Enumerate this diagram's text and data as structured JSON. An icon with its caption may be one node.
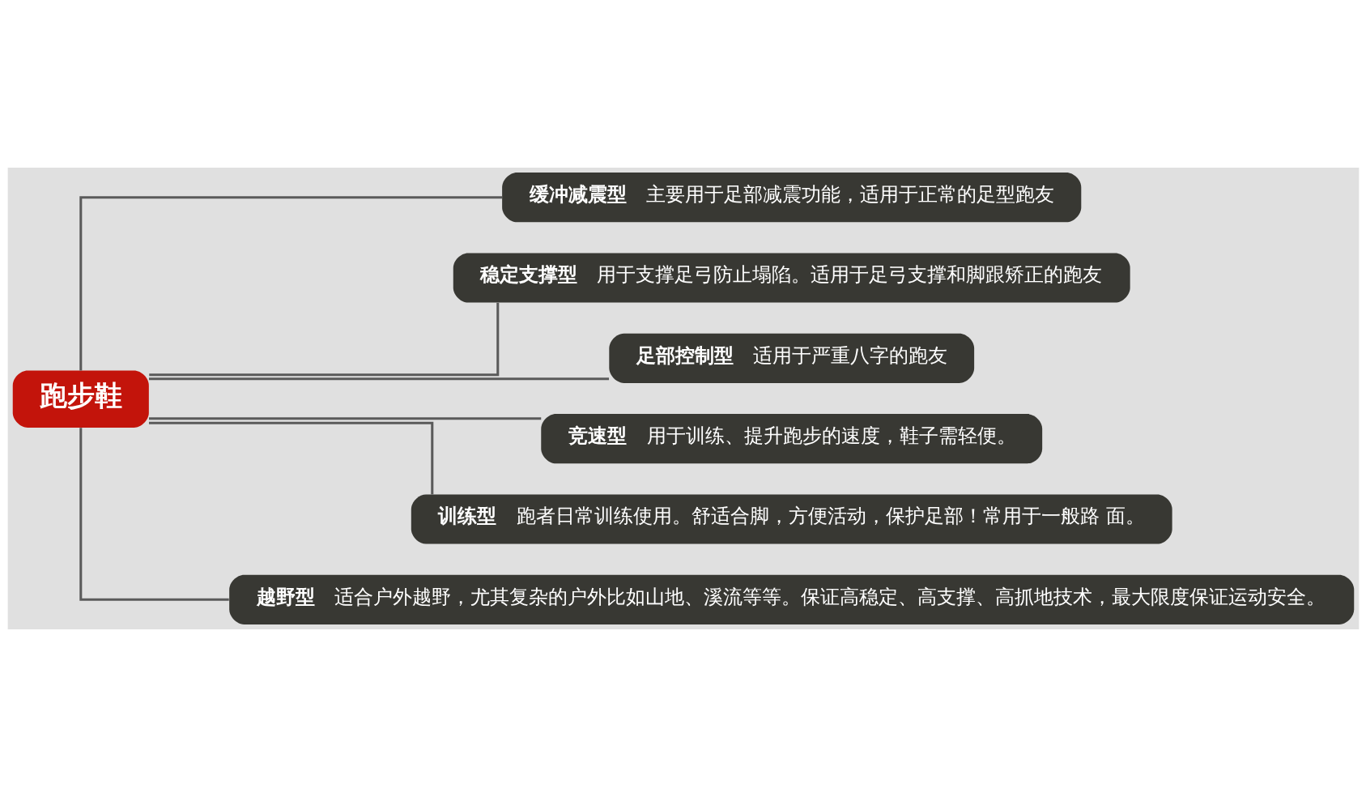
{
  "diagram": {
    "nodes": [
      {
        "text": [
          "跑步鞋"
        ]
      },
      {
        "text": [
          "缓冲减震型",
          "主要用于足部减震功能，适用于正常的足型跑友"
        ]
      },
      {
        "text": [
          "稳定支撑型",
          "用于支撑足弓防止塌陷。适用于足弓支撑和脚跟矫正的跑友"
        ]
      },
      {
        "text": [
          "足部控制型",
          "适用于严重八字的跑友"
        ]
      },
      {
        "text": [
          "竞速型",
          "用于训练、提升跑步的速度，鞋子需轻便。"
        ]
      },
      {
        "text": [
          "训练型",
          "跑者日常训练使用。舒适合脚，方便活动，保护足部！常用于一般路 面。"
        ]
      },
      {
        "text": [
          "越野型",
          "适合户外越野，尤其复杂的户外比如山地、溪流等等。保证高稳定、高支撑、高抓地技术，最大限度保证运动安全。"
        ]
      }
    ],
    "edges": [
      {
        "from": 0,
        "to": 1,
        "arrow": "none"
      },
      {
        "from": 0,
        "to": 2,
        "arrow": "none"
      },
      {
        "from": 0,
        "to": 3,
        "arrow": "none"
      },
      {
        "from": 0,
        "to": 4,
        "arrow": "none"
      },
      {
        "from": 0,
        "to": 5,
        "arrow": "none"
      },
      {
        "from": 0,
        "to": 6,
        "arrow": "none"
      }
    ]
  }
}
